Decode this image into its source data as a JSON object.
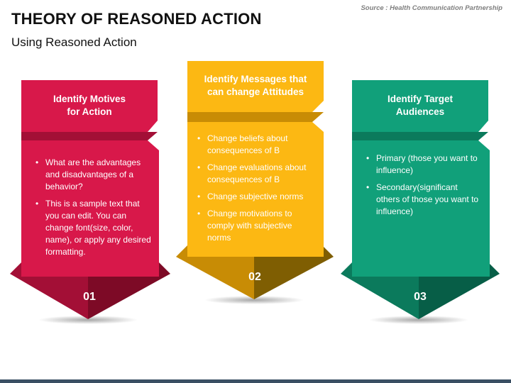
{
  "title": "THEORY OF REASONED ACTION",
  "subtitle": "Using Reasoned Action",
  "source": "Source : Health Communication Partnership",
  "colors": {
    "red": "#d8184a",
    "red_dark": "#a30f36",
    "red_arrow": "#7d0a26",
    "yellow": "#fcb813",
    "yellow_dark": "#c88c05",
    "yellow_arrow": "#7f5e02",
    "green": "#11a07a",
    "green_dark": "#0b7a5c",
    "green_arrow": "#075e47"
  },
  "columns": [
    {
      "header": "Identify Motives for Action",
      "header_lines": [
        "Identify Motives",
        "for Action"
      ],
      "bullets": [
        "What are the advantages and disadvantages of a behavior?",
        "This is a sample text that you can edit. You can change font(size, color, name), or apply any desired formatting."
      ],
      "number": "01"
    },
    {
      "header": "Identify Messages that can change Attitudes",
      "header_lines": [
        "Identify Messages that",
        "can change Attitudes"
      ],
      "bullets": [
        "Change beliefs about consequences of B",
        "Change evaluations about consequences of B",
        "Change subjective norms",
        "Change motivations to comply with subjective norms"
      ],
      "number": "02"
    },
    {
      "header": "Identify Target Audiences",
      "header_lines": [
        "Identify Target",
        "Audiences"
      ],
      "bullets": [
        "Primary (those you want to influence)",
        "Secondary(significant others of those you want to influence)"
      ],
      "number": "03"
    }
  ]
}
